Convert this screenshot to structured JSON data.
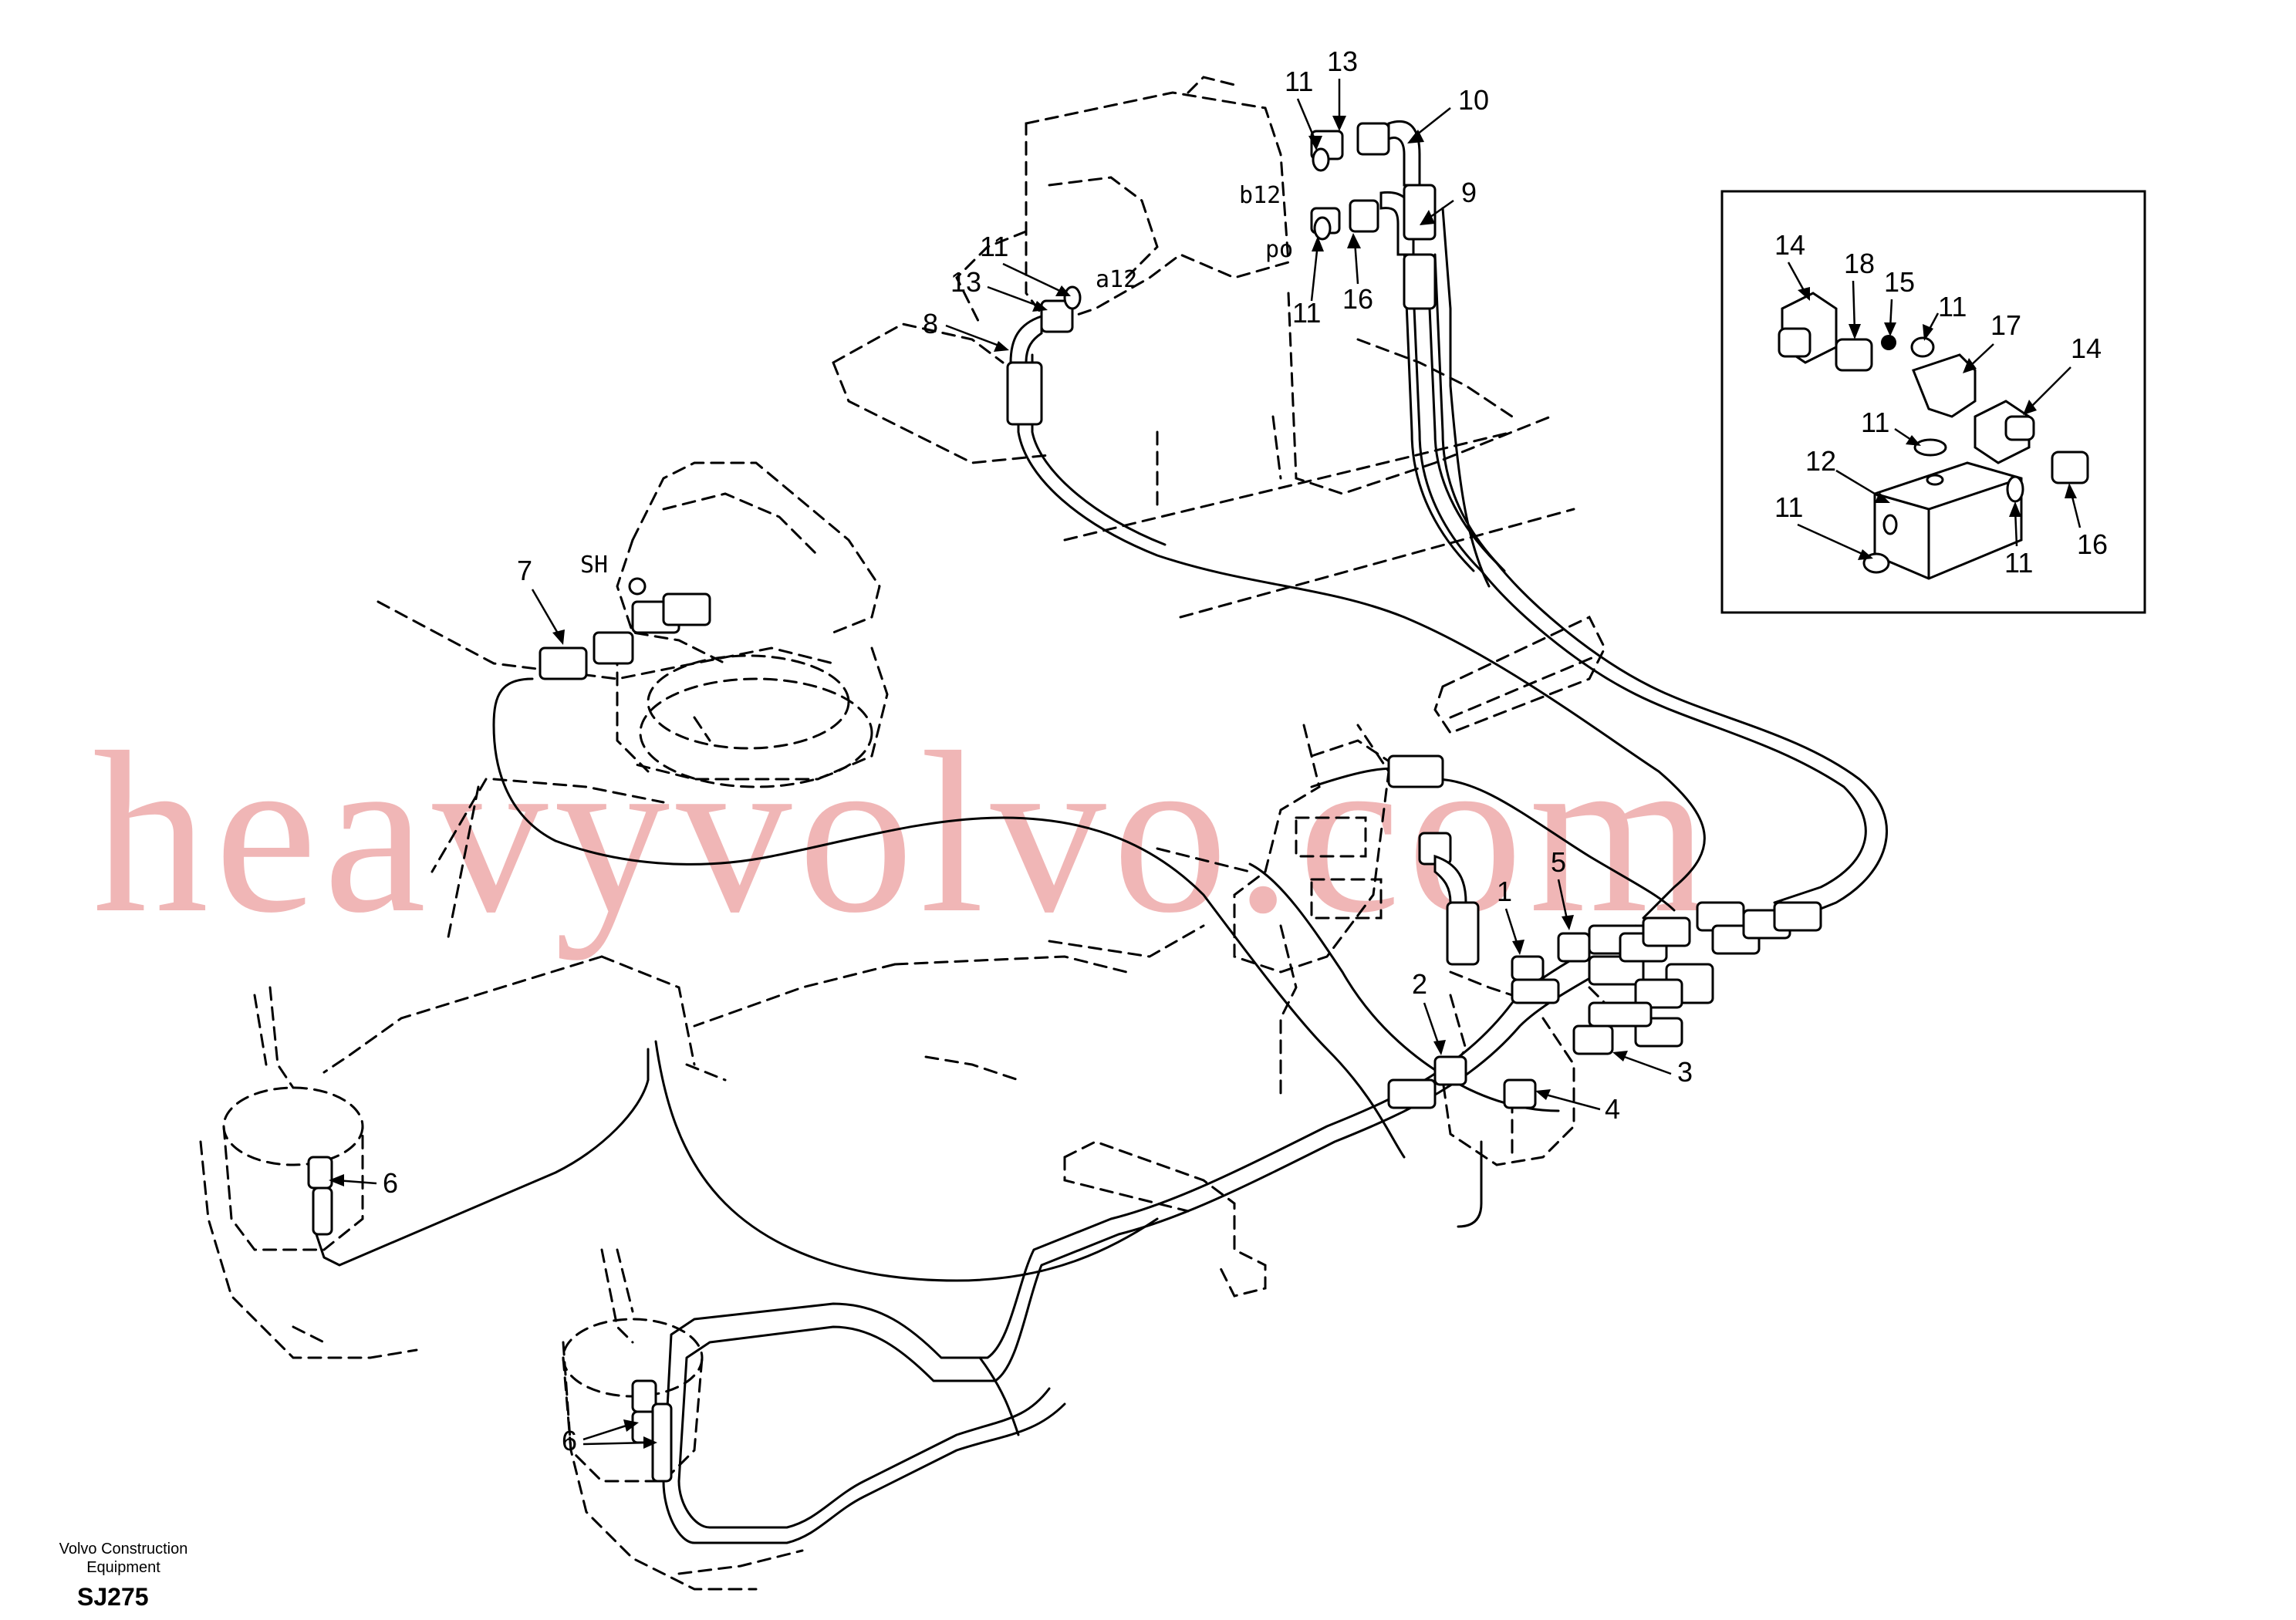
{
  "watermark": "heavyvolvo.com",
  "footer": {
    "manufacturer": "Volvo Construction Equipment",
    "drawing_code": "SJ275"
  },
  "port_labels": {
    "b12": "b12",
    "po": "po",
    "a12": "a12",
    "sh": "SH"
  },
  "callouts": {
    "c1": "1",
    "c2": "2",
    "c3": "3",
    "c4": "4",
    "c5": "5",
    "c6a": "6",
    "c6b": "6",
    "c7": "7",
    "c8": "8",
    "c9": "9",
    "c10": "10",
    "c11a": "11",
    "c11b": "11",
    "c11c": "11",
    "c13a": "13",
    "c13b": "13",
    "c16a": "16"
  },
  "inset_callouts": {
    "i14a": "14",
    "i18": "18",
    "i15": "15",
    "i11a": "11",
    "i17": "17",
    "i14b": "14",
    "i11b": "11",
    "i12": "12",
    "i11c": "11",
    "i16": "16",
    "i11d": "11"
  }
}
